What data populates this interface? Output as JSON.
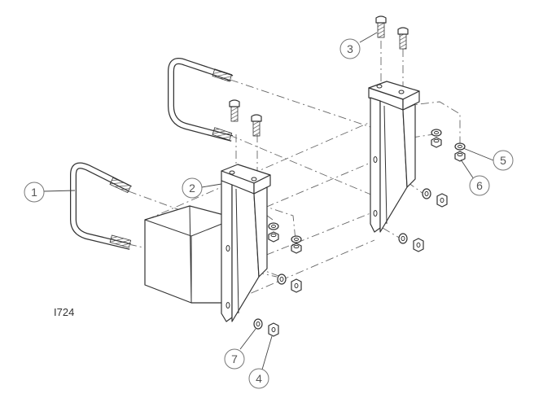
{
  "drawing": {
    "number": "I724",
    "callouts": [
      {
        "id": "c1",
        "label": "1"
      },
      {
        "id": "c2",
        "label": "2"
      },
      {
        "id": "c3",
        "label": "3"
      },
      {
        "id": "c4",
        "label": "4"
      },
      {
        "id": "c5",
        "label": "5"
      },
      {
        "id": "c6",
        "label": "6"
      },
      {
        "id": "c7",
        "label": "7"
      }
    ]
  }
}
